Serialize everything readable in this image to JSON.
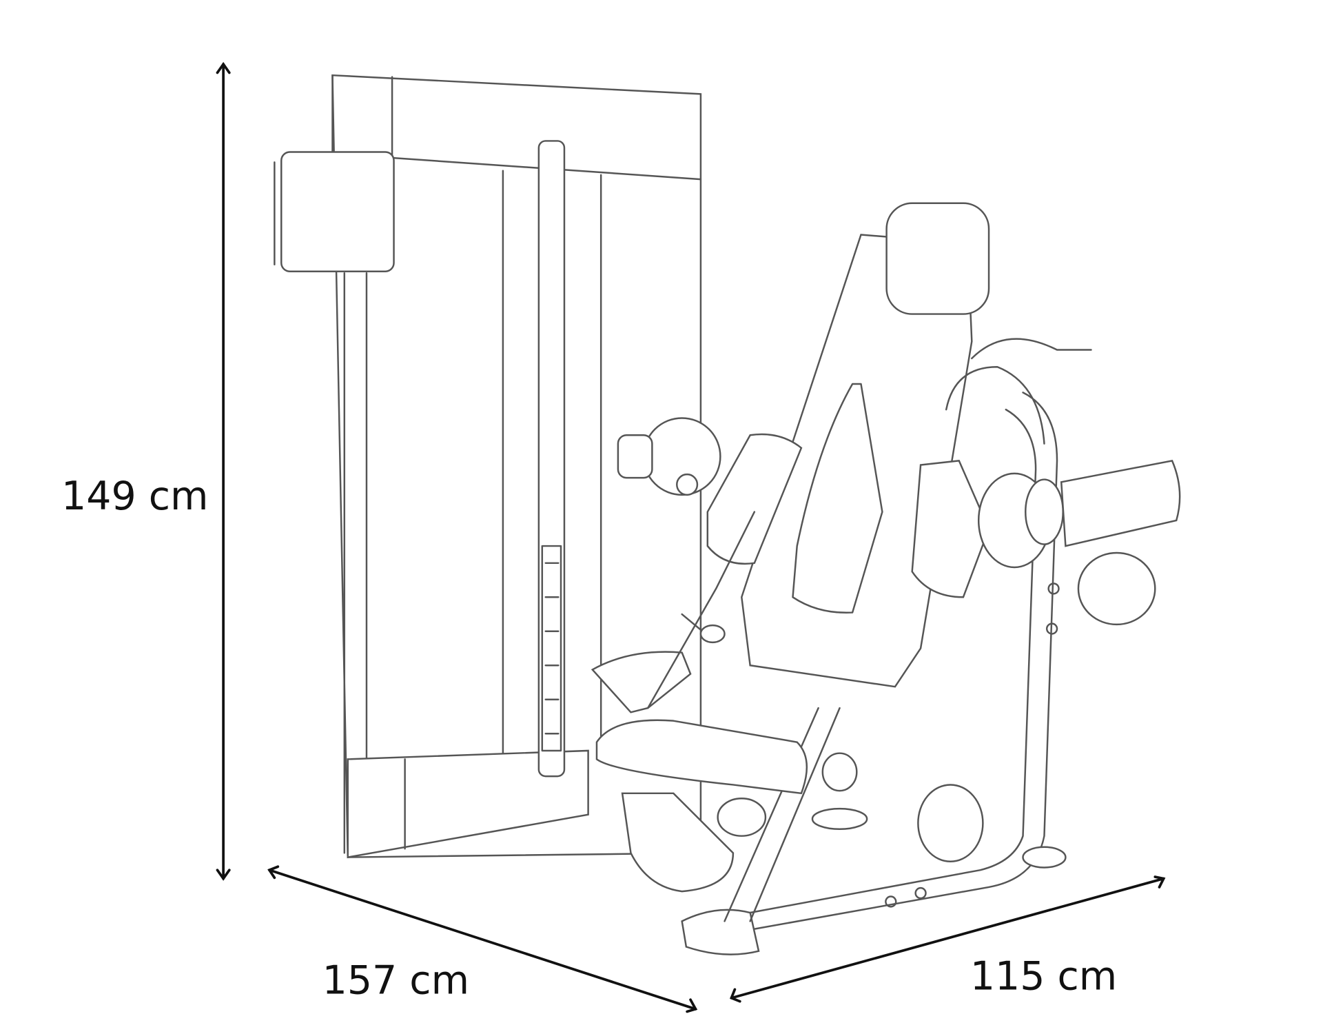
{
  "dimensions": {
    "height": "149 cm",
    "length": "157 cm",
    "width": "115 cm"
  },
  "colors": {
    "line": "#555555",
    "text": "#111111",
    "background": "#ffffff"
  }
}
